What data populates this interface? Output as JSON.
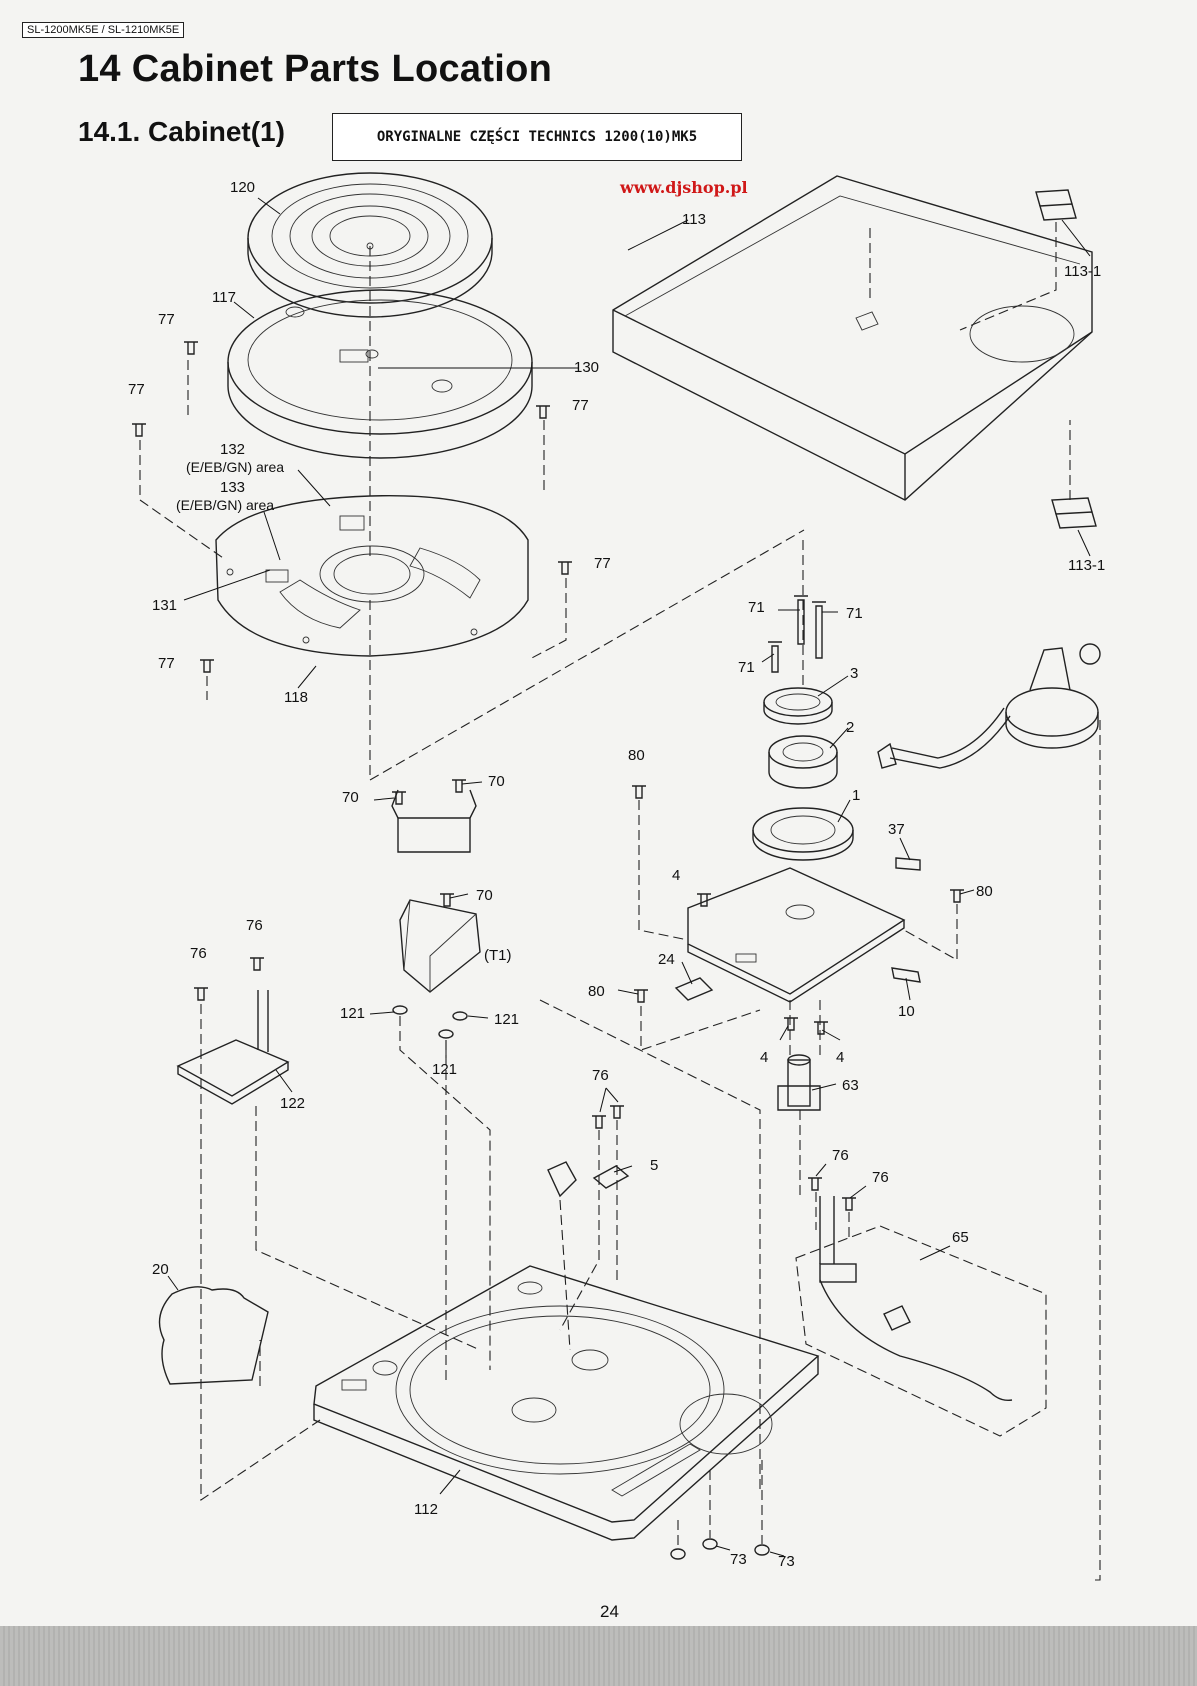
{
  "header": {
    "model_tag": "SL-1200MK5E / SL-1210MK5E",
    "title": "14 Cabinet Parts Location",
    "subtitle": "14.1.   Cabinet(1)",
    "stamp_text": "ORYGINALNE CZĘŚCI TECHNICS 1200(10)MK5",
    "watermark": "www.djshop.pl",
    "watermark_color": "#d01818"
  },
  "parts": {
    "p120": "120",
    "p117": "117",
    "p130": "130",
    "p113": "113",
    "p113_1": "113-1",
    "p132": "132",
    "p132_note": "(E/EB/GN) area",
    "p133": "133",
    "p133_note": "(E/EB/GN) area",
    "p131": "131",
    "p118": "118",
    "p77": "77",
    "p71": "71",
    "p3": "3",
    "p2": "2",
    "p1": "1",
    "p37": "37",
    "p80": "80",
    "p4": "4",
    "p24": "24",
    "p10": "10",
    "p63": "63",
    "p70": "70",
    "pT1": "(T1)",
    "p121": "121",
    "p76": "76",
    "p122": "122",
    "p5": "5",
    "p65": "65",
    "p20": "20",
    "p112": "112",
    "p73": "73"
  },
  "page_number": "24"
}
